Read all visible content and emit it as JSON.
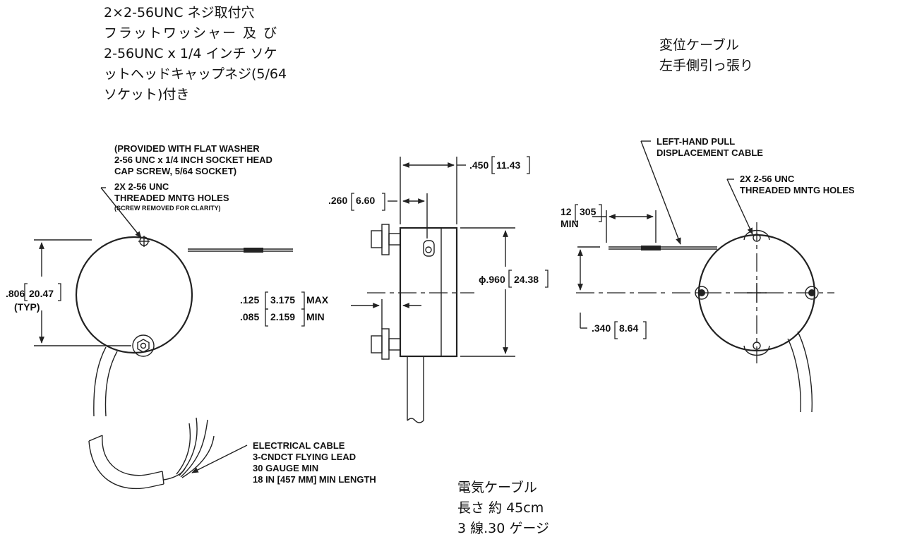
{
  "jp_notes": {
    "mount": [
      "2×2-56UNC ネジ取付穴",
      "フラットワッシャー 及 び",
      "2-56UNC x 1/4 インチ ソケ",
      "ットヘッドキャップネジ(5/64",
      "ソケット)付き"
    ],
    "cable_pull": [
      "変位ケーブル",
      "左手側引っ張り"
    ],
    "elec_cable": [
      "電気ケーブル",
      "長さ 約 45cm",
      "3 線.30 ゲージ"
    ]
  },
  "callouts": {
    "provided": [
      "(PROVIDED WITH FLAT WASHER",
      "2-56 UNC x 1/4 INCH SOCKET HEAD",
      "CAP SCREW, 5/64 SOCKET)"
    ],
    "mntg_left": [
      "2X 2-56 UNC",
      "THREADED MNTG HOLES"
    ],
    "screw_removed": "(SCREW REMOVED FOR CLARITY)",
    "electrical": [
      "ELECTRICAL CABLE",
      "3-CNDCT FLYING LEAD",
      "30 GAUGE MIN",
      "18 IN [457 MM] MIN LENGTH"
    ],
    "lh_pull": [
      "LEFT-HAND PULL",
      "DISPLACEMENT CABLE"
    ],
    "mntg_right": [
      "2X 2-56 UNC",
      "THREADED MNTG HOLES"
    ]
  },
  "dims": {
    "d806": ".806",
    "d806_mm": "20.47",
    "typ": "(TYP)",
    "d450": ".450",
    "d450_mm": "11.43",
    "d260": ".260",
    "d260_mm": "6.60",
    "d125": ".125",
    "d125_mm": "3.175",
    "max": "MAX",
    "d085": ".085",
    "d085_mm": "2.159",
    "min": "MIN",
    "d960": "ϕ.960",
    "d960_mm": "24.38",
    "d12": "12",
    "d12_mm": "305",
    "d12_min": "MIN",
    "d340": ".340",
    "d340_mm": "8.64"
  }
}
